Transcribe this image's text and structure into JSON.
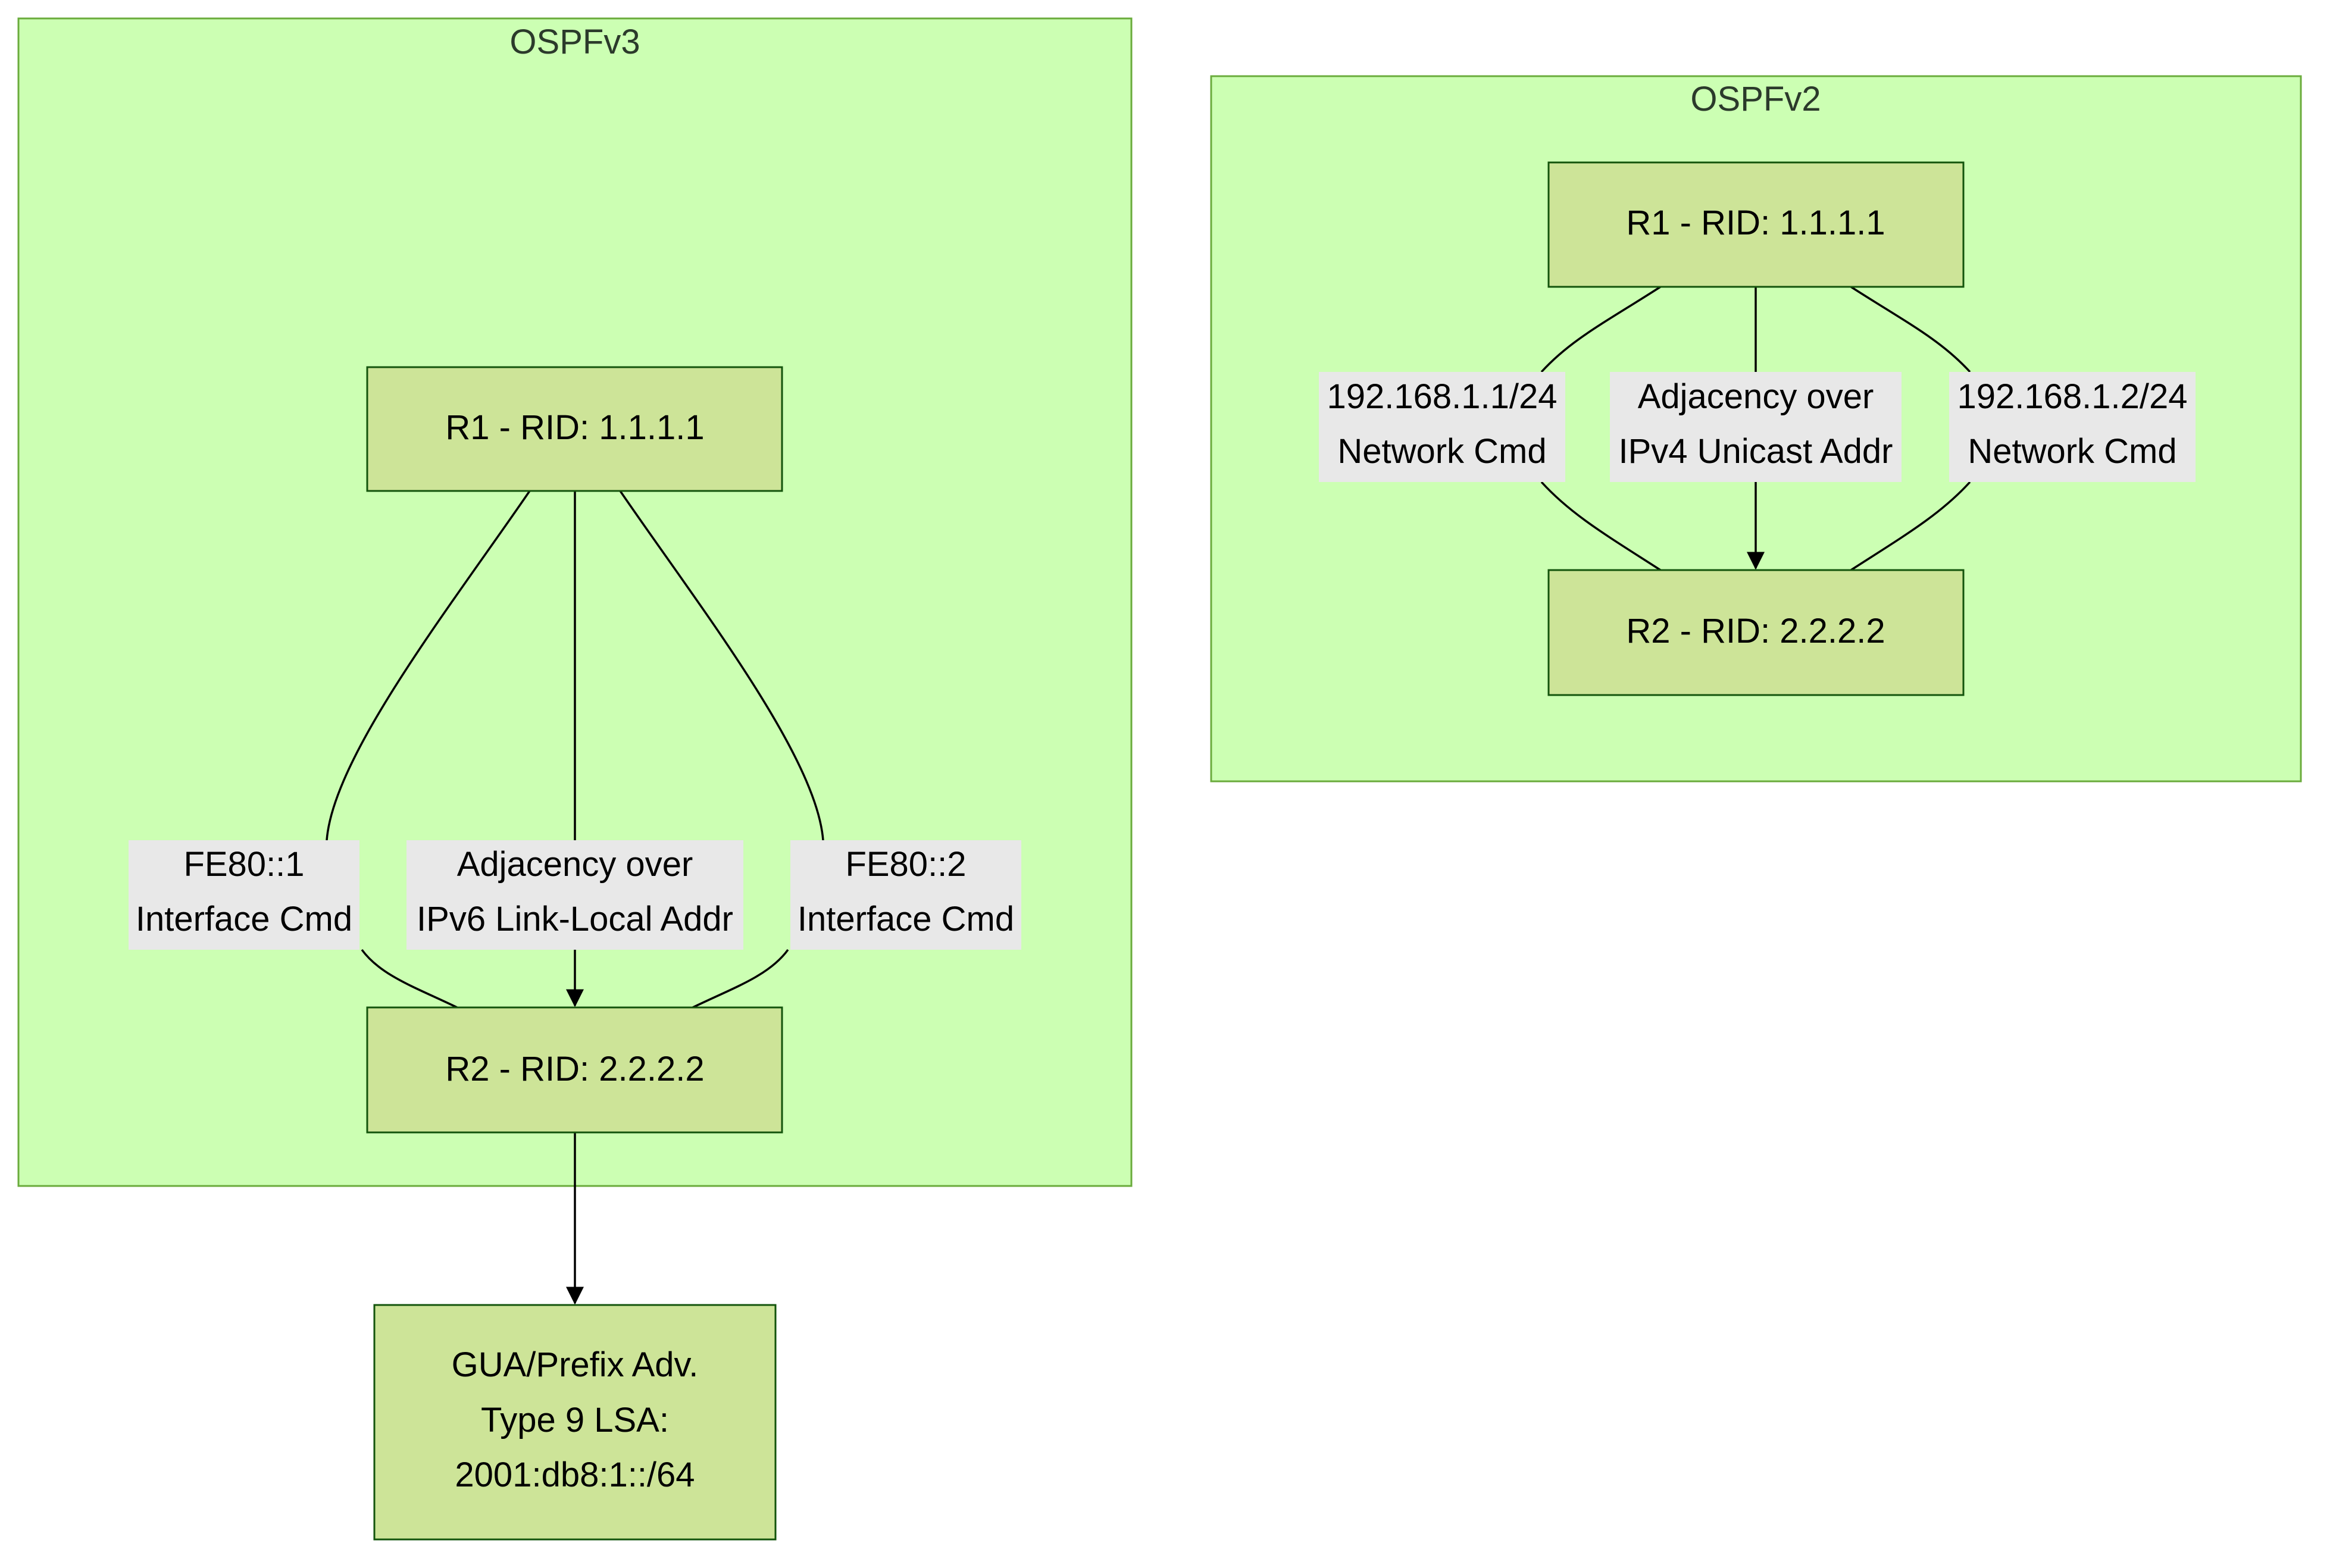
{
  "clusters": {
    "ospfv3": {
      "title": "OSPFv3"
    },
    "ospfv2": {
      "title": "OSPFv2"
    }
  },
  "nodes": {
    "v3_r1": {
      "label": "R1 - RID: 1.1.1.1"
    },
    "v3_r2": {
      "label": "R2 - RID: 2.2.2.2"
    },
    "v2_r1": {
      "label": "R1 - RID: 1.1.1.1"
    },
    "v2_r2": {
      "label": "R2 - RID: 2.2.2.2"
    },
    "gua": {
      "lines": [
        "GUA/Prefix Adv.",
        "Type 9 LSA:",
        "2001:db8:1::/64"
      ]
    }
  },
  "edge_labels": {
    "v3_left": [
      "FE80::1",
      "Interface Cmd"
    ],
    "v3_mid": [
      "Adjacency over",
      "IPv6 Link-Local Addr"
    ],
    "v3_right": [
      "FE80::2",
      "Interface Cmd"
    ],
    "v2_left": [
      "192.168.1.1/24",
      "Network Cmd"
    ],
    "v2_mid": [
      "Adjacency over",
      "IPv4 Unicast Addr"
    ],
    "v2_right": [
      "192.168.1.2/24",
      "Network Cmd"
    ]
  },
  "colors": {
    "cluster_fill": "#ccffb3",
    "cluster_stroke": "#6aab3c",
    "node_fill": "#cde498",
    "node_stroke": "#13540c",
    "edge_label_bg": "#e8e8e8"
  }
}
